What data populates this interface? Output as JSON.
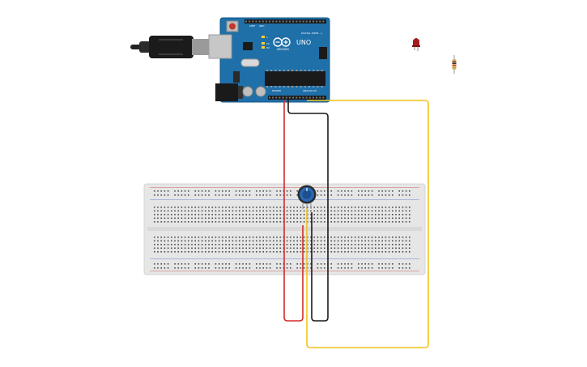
{
  "board": {
    "brand": "ARDUINO",
    "model": "UNO",
    "label_digital": "DIGITAL (PWM ~)",
    "label_power": "POWER",
    "label_analog": "ANALOG IN",
    "label_aref": "AREF",
    "label_gnd": "GND",
    "label_tx": "TX",
    "label_rx": "RX",
    "label_l": "L"
  },
  "components": {
    "usb_cable": "usb-cable",
    "led": "red",
    "resistor": "resistor",
    "potentiometer": "potentiometer",
    "breadboard": "breadboard"
  },
  "wires": {
    "power_color": "#d22c2c",
    "ground_color": "#1a1a1a",
    "signal_color": "#f0c419"
  },
  "colors": {
    "board": "#1f6fa8",
    "breadboard": "#e6e6e6",
    "led": "#a31c1c"
  }
}
